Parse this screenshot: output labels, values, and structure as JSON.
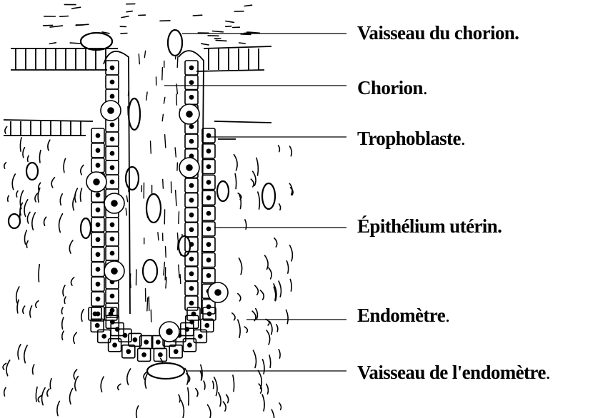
{
  "labels": [
    {
      "text": "Vaisseau du chorion.",
      "suffix": ""
    },
    {
      "text": "Chorion",
      "suffix": "."
    },
    {
      "text": "Trophoblaste",
      "suffix": "."
    },
    {
      "text": "Épithélium utérin.",
      "suffix": ""
    },
    {
      "text": "Endomètre",
      "suffix": "."
    },
    {
      "text": "Vaisseau de l'endomètre",
      "suffix": "."
    }
  ]
}
